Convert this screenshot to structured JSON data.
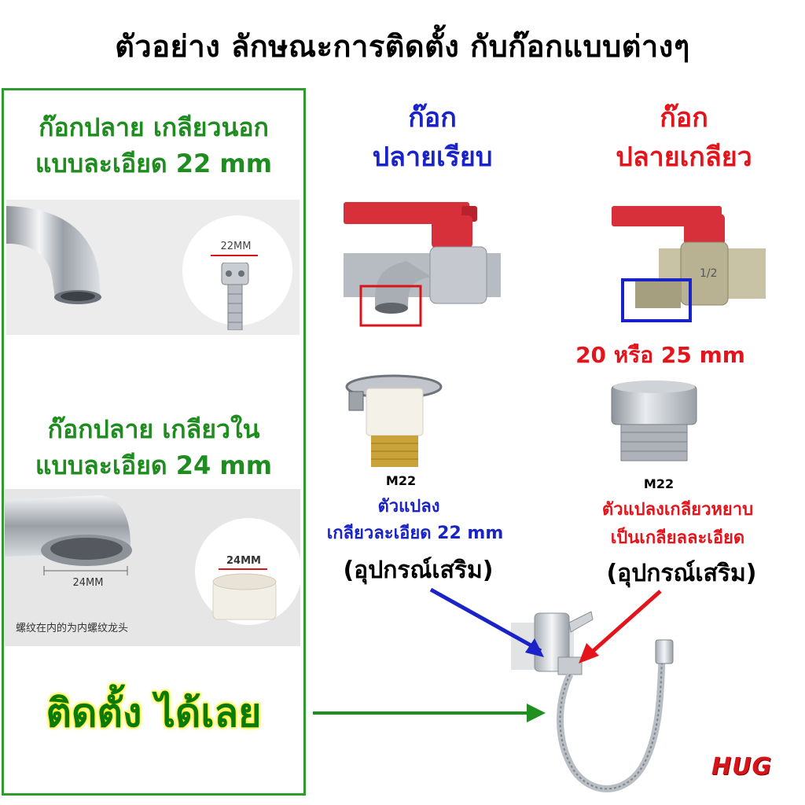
{
  "title": "ตัวอย่าง ลักษณะการติดตั้ง กับก๊อกแบบต่างๆ",
  "left_panel": {
    "section1": {
      "line1": "ก๊อกปลาย เกลียวนอก",
      "line2": "แบบละเอียด 22 mm",
      "badge": "22MM"
    },
    "section2": {
      "line1": "ก๊อกปลาย เกลียวใน",
      "line2": "แบบละเอียด 24 mm",
      "measure": "24MM",
      "badge": "24MM",
      "caption": "螺纹在内的为内螺纹龙头"
    },
    "install_text": "ติดตั้ง ได้เลย"
  },
  "middle": {
    "heading1": "ก๊อก",
    "heading2": "ปลายเรียบ",
    "model": "M22",
    "name1": "ตัวแปลง",
    "name2": "เกลียวละเอียด 22 mm",
    "accessory": "(อุปกรณ์เสริม)"
  },
  "right": {
    "heading1": "ก๊อก",
    "heading2": "ปลายเกลียว",
    "size": "20 หรือ 25 mm",
    "model": "M22",
    "name1": "ตัวแปลงเกลียวหยาบ",
    "name2": "เป็นเกลียลละเอียด",
    "accessory": "(อุปกรณ์เสริม)",
    "valve_mark": "1/2"
  },
  "logo": "HUG",
  "colors": {
    "green": "#1e8c1e",
    "blue": "#1a23c8",
    "red": "#e3141b",
    "valve_red": "#d8303a"
  }
}
